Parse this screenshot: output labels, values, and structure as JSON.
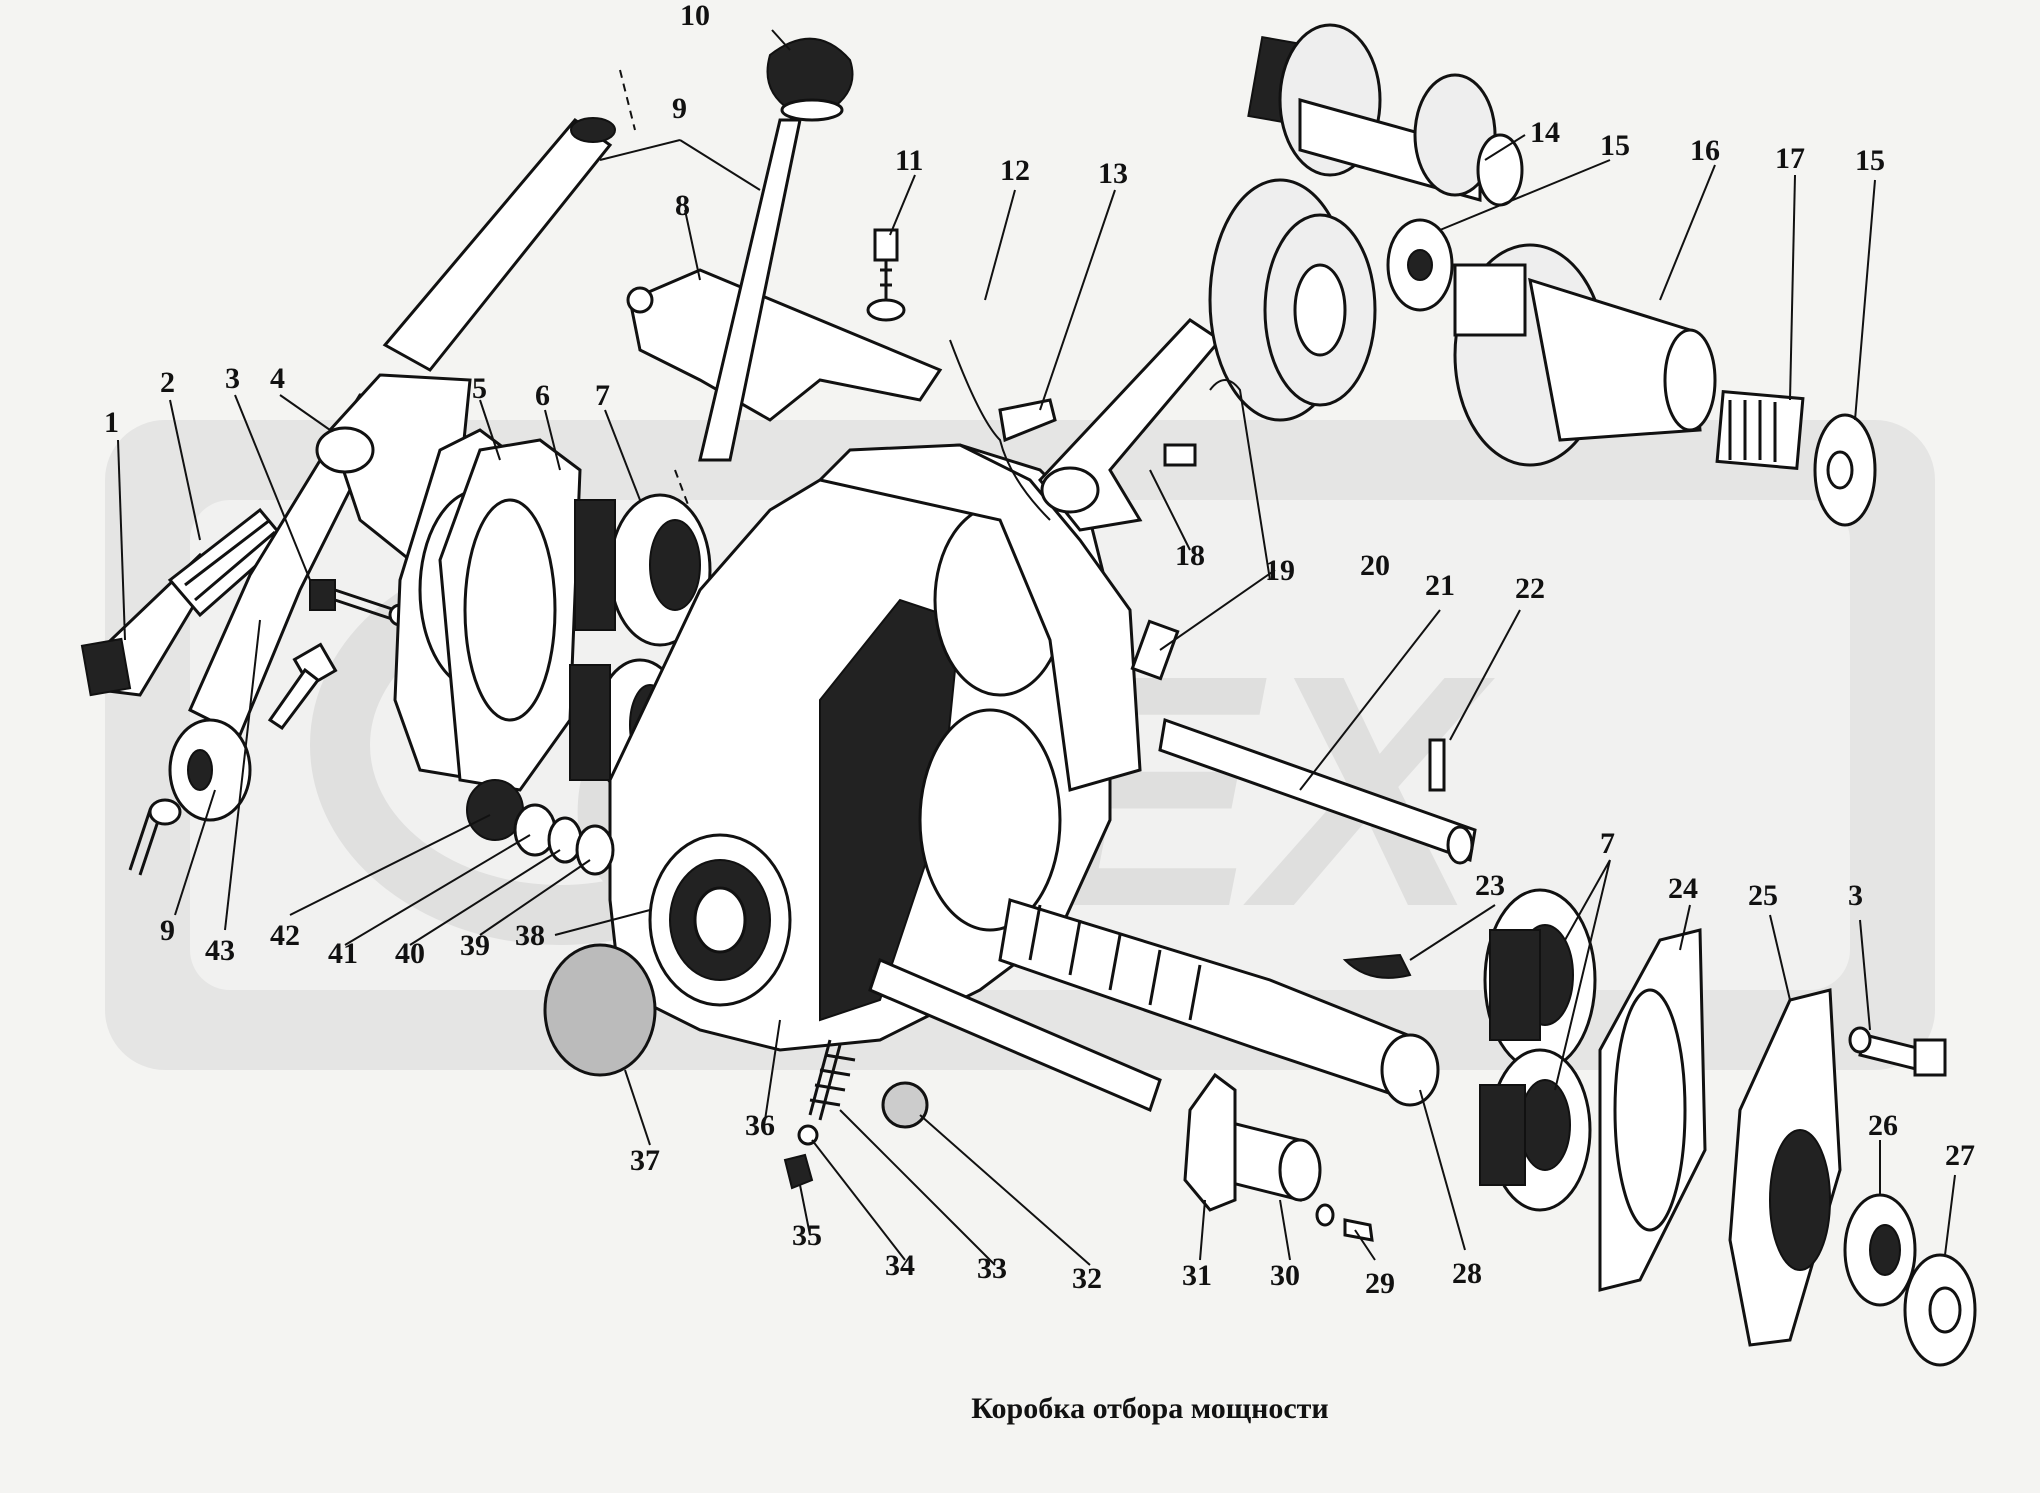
{
  "caption": "Коробка отбора мощности",
  "watermark": "OPEX",
  "callouts": [
    "1",
    "2",
    "3",
    "4",
    "5",
    "6",
    "7",
    "8",
    "9",
    "10",
    "11",
    "12",
    "13",
    "14",
    "15",
    "16",
    "17",
    "15",
    "18",
    "19",
    "20",
    "21",
    "22",
    "23",
    "7",
    "24",
    "25",
    "3",
    "26",
    "27",
    "28",
    "29",
    "30",
    "31",
    "32",
    "33",
    "34",
    "35",
    "36",
    "37",
    "38",
    "39",
    "40",
    "41",
    "42",
    "43",
    "9"
  ]
}
